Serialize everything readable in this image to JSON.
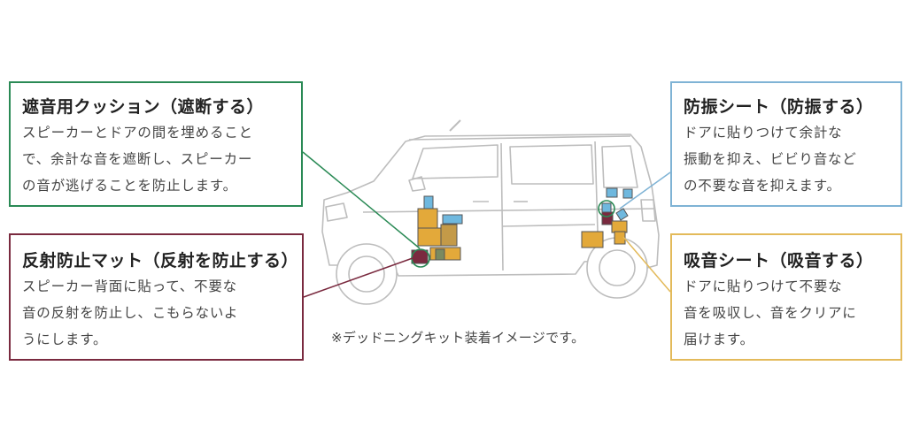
{
  "boxes": {
    "cushion": {
      "title": "遮音用クッション（遮断する）",
      "lines": [
        "スピーカーとドアの間を埋めること",
        "で、余計な音を遮断し、スピーカー",
        "の音が逃げることを防止します。"
      ],
      "color": "#2a8a55"
    },
    "mat": {
      "title": "反射防止マット（反射を防止する）",
      "lines": [
        "スピーカー背面に貼って、不要な",
        "音の反射を防止し、こもらないよ",
        "うにします。"
      ],
      "color": "#7a2a3f"
    },
    "damp": {
      "title": "防振シート（防振する）",
      "lines": [
        "ドアに貼りつけて余計な",
        "振動を抑え、ビビり音など",
        "の不要な音を抑えます。"
      ],
      "color": "#7fb3d5"
    },
    "absorb": {
      "title": "吸音シート（吸音する）",
      "lines": [
        "ドアに貼りつけて不要な",
        "音を吸収し、音をクリアに",
        "届けます。"
      ],
      "color": "#e3ba5a"
    }
  },
  "note": "※デッドニングキット装着イメージです。"
}
